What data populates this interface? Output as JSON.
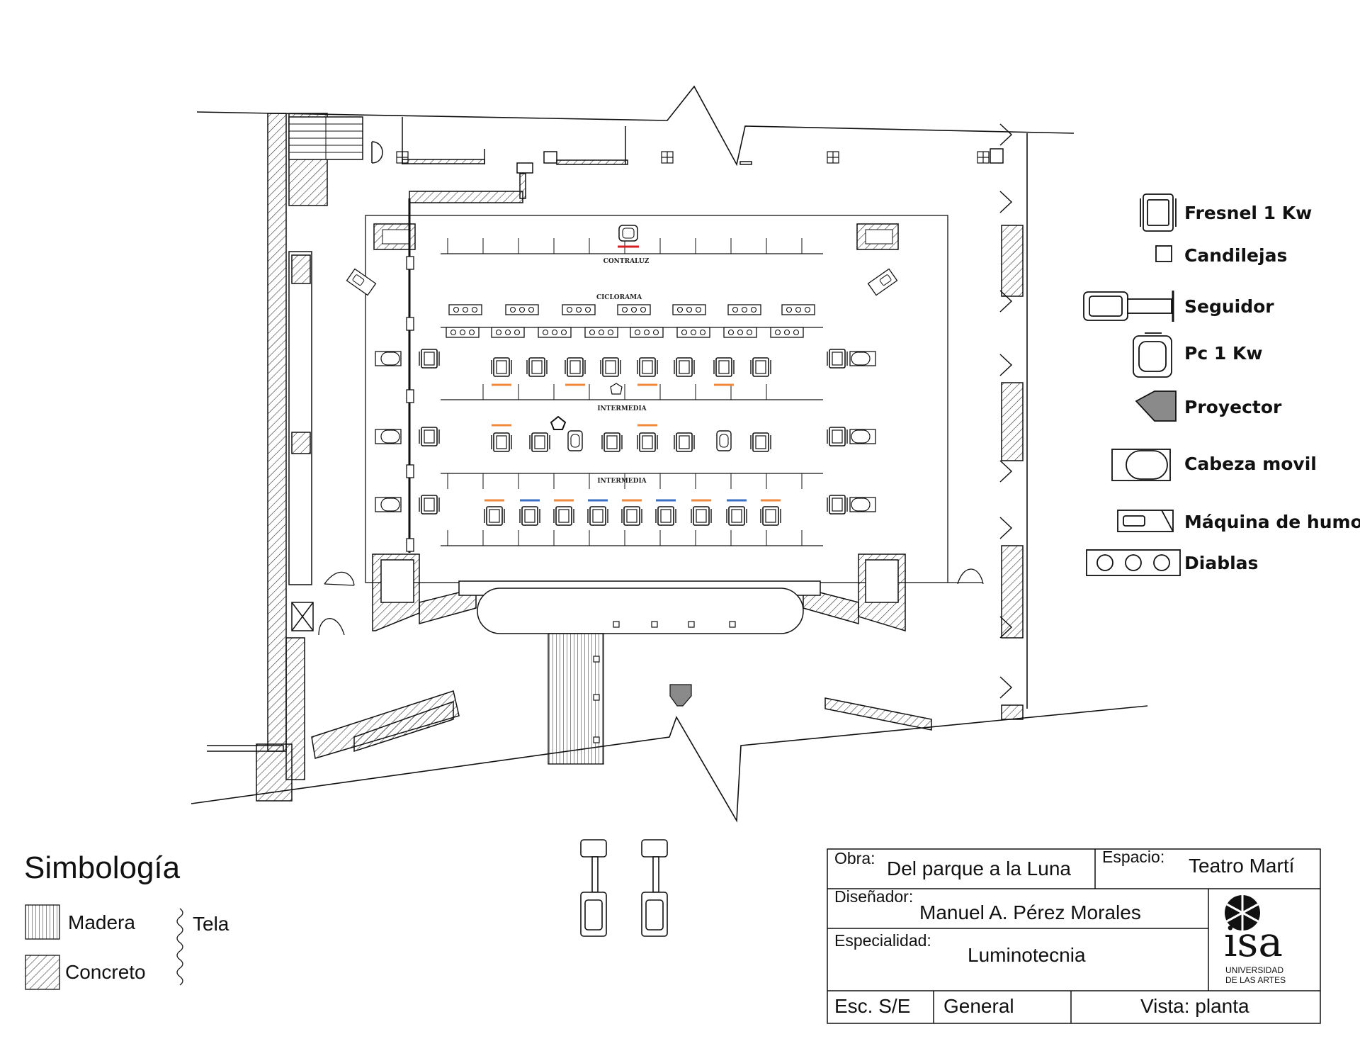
{
  "stage_labels": {
    "contraluz": "CONTRALUZ",
    "ciclorama": "CICLORAMA",
    "intermedia_1": "INTERMEDIA",
    "intermedia_2": "INTERMEDIA"
  },
  "legend": {
    "fresnel": "Fresnel 1 Kw",
    "candilejas": "Candilejas",
    "seguidor": "Seguidor",
    "pc": "Pc 1 Kw",
    "proyector": "Proyector",
    "cabeza_movil": "Cabeza movil",
    "maquina_humo": "Máquina de humo",
    "diablas": "Diablas"
  },
  "simbologia": {
    "title": "Simbología",
    "madera": "Madera",
    "tela": "Tela",
    "concreto": "Concreto"
  },
  "title_block": {
    "obra_label": "Obra:",
    "obra_value": "Del parque a la Luna",
    "espacio_label": "Espacio:",
    "espacio_value": "Teatro Martí",
    "disenador_label": "Diseñador:",
    "disenador_value": "Manuel A. Pérez Morales",
    "especialidad_label": "Especialidad:",
    "especialidad_value": "Luminotecnia",
    "escala": "Esc. S/E",
    "general": "General",
    "vista": "Vista: planta",
    "logo_text": "isa",
    "logo_sub_1": "UNIVERSIDAD",
    "logo_sub_2": "DE LAS ARTES"
  },
  "colors": {
    "line": "#111111",
    "orange_gel": "#f0883e",
    "blue_gel": "#3a6fc4",
    "red_gel": "#d42020",
    "projector_fill": "#8a8a8a"
  },
  "icons": [
    "fresnel-icon",
    "candileja-icon",
    "seguidor-icon",
    "pc-icon",
    "proyector-icon",
    "cabeza-movil-icon",
    "maquina-humo-icon",
    "diablas-icon"
  ]
}
